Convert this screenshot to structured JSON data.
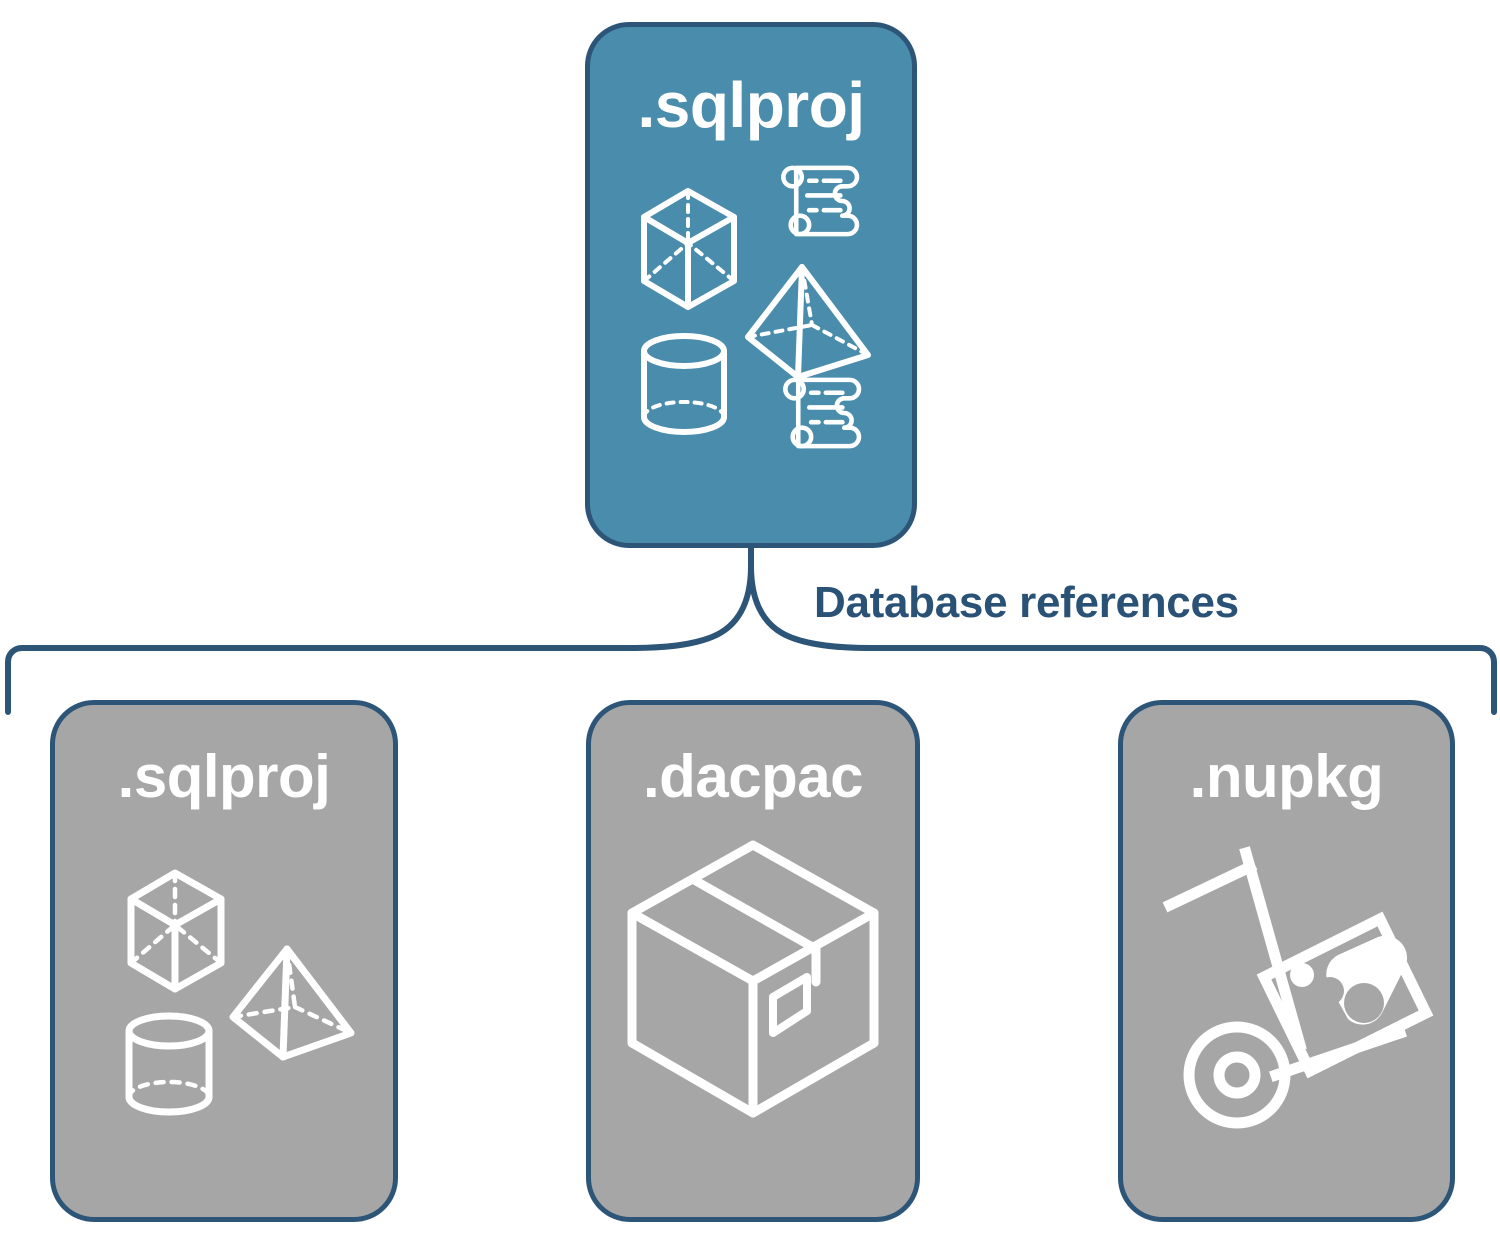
{
  "diagram": {
    "title_text": "Database references",
    "colors": {
      "root_card_fill": "#4a8cab",
      "reference_card_fill": "#a6a6a6",
      "border": "#2d5578",
      "label_text": "#2a5277",
      "icon_stroke": "#ffffff",
      "background": "#ffffff"
    },
    "root_node": {
      "label": ".sqlproj",
      "icons": [
        "cube-icon",
        "pyramid-icon",
        "cylinder-icon",
        "scroll-icon",
        "scroll-icon"
      ]
    },
    "connector": {
      "type": "curly-brace",
      "label": "Database references",
      "branch_count": 3
    },
    "reference_nodes": [
      {
        "label": ".sqlproj",
        "icons": [
          "cube-icon",
          "pyramid-icon",
          "cylinder-icon"
        ]
      },
      {
        "label": ".dacpac",
        "icons": [
          "package-box-icon"
        ]
      },
      {
        "label": ".nupkg",
        "icons": [
          "hand-truck-icon",
          "nuget-package-icon"
        ]
      }
    ]
  }
}
